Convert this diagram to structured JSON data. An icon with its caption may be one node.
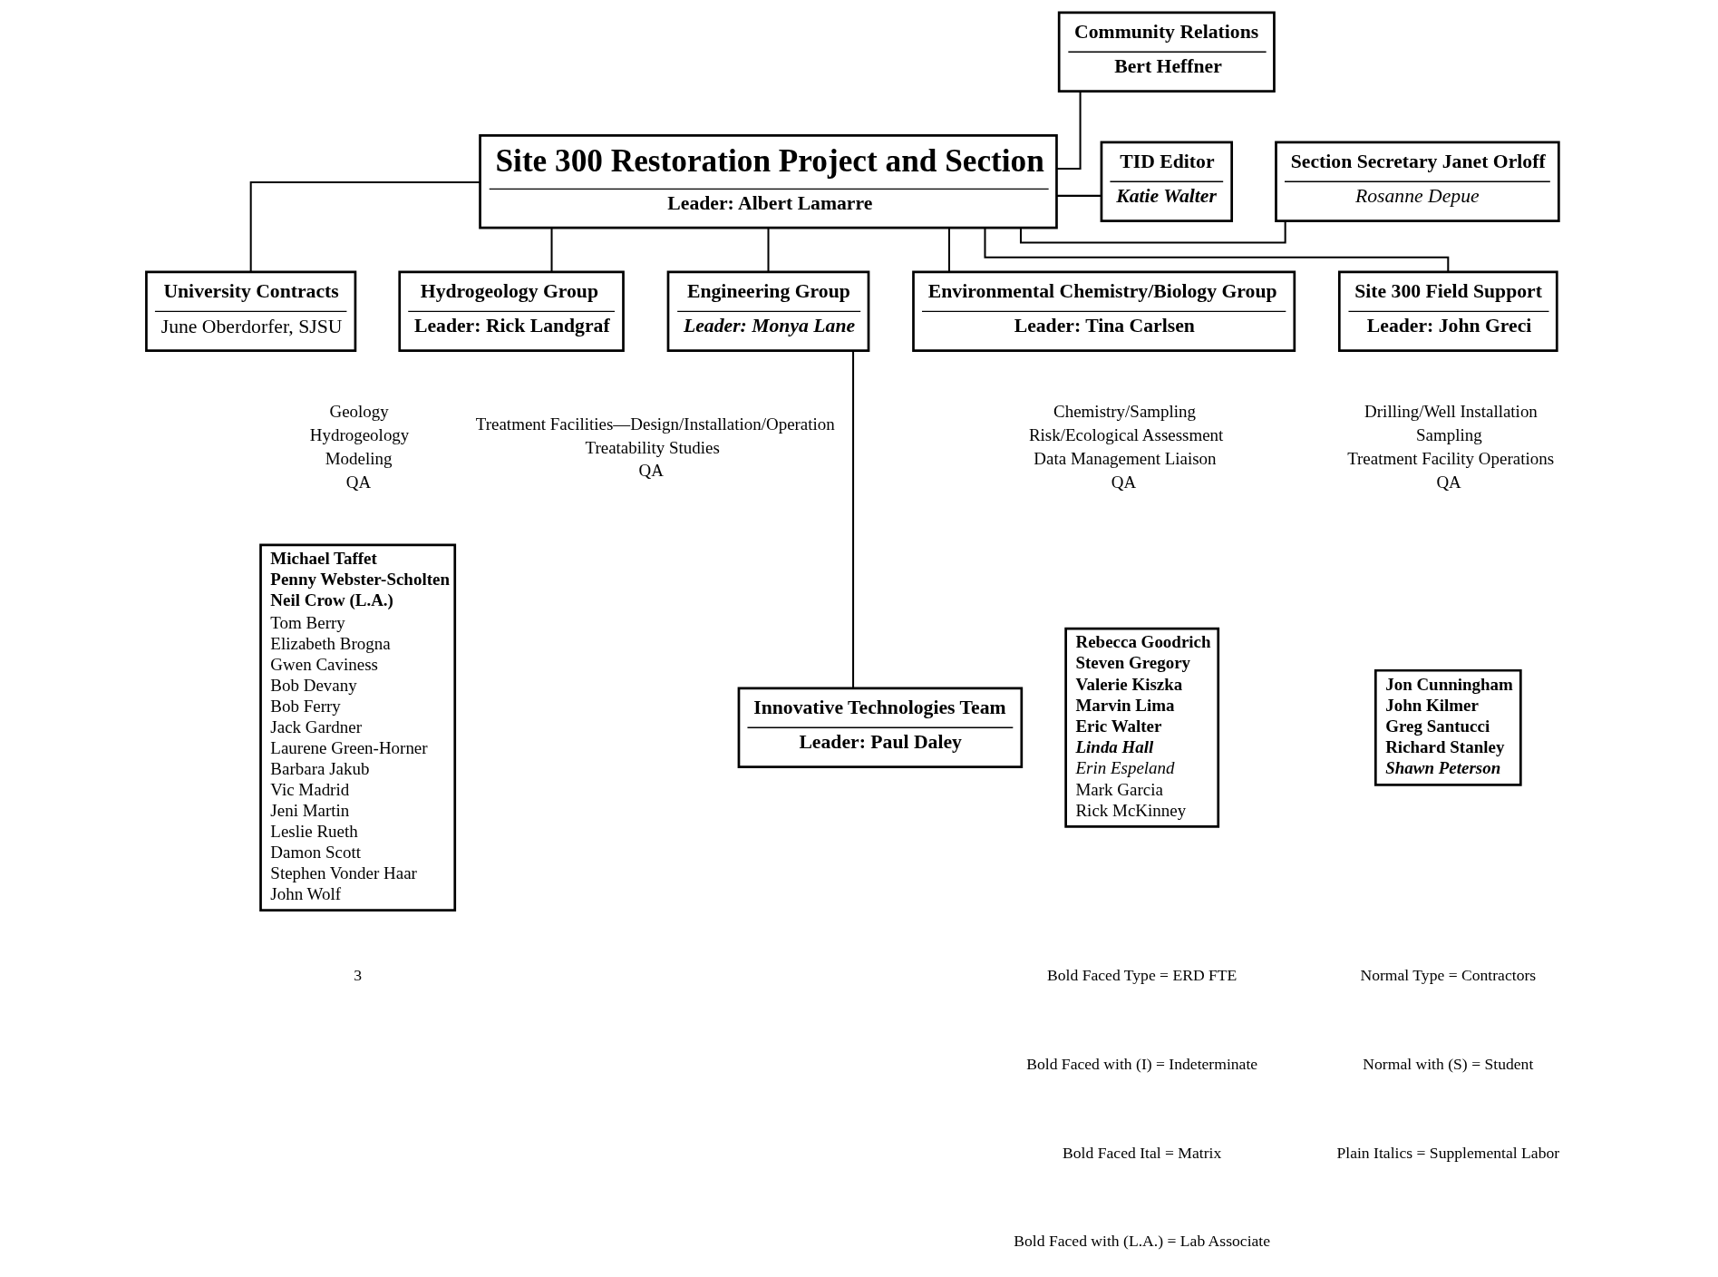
{
  "diagram": {
    "nodes": [
      {
        "text": [
          "Site 300 Restoration Project and Section",
          "Leader: Albert Lamarre"
        ]
      },
      {
        "text": [
          "Section Secretary Janet Orloff",
          "Rosanne Depue"
        ]
      },
      {
        "text": [
          "TID Editor",
          "Katie Walter"
        ]
      },
      {
        "text": [
          "Community Relations",
          "Bert Heffner"
        ]
      },
      {
        "text": [
          "University Contracts",
          "June Oberdorfer, SJSU"
        ]
      },
      {
        "text": [
          "Hydrogeology Group",
          "Leader: Rick Landgraf"
        ],
        "beside": [
          "Geology",
          "Hydrogeology",
          "Modeling",
          "QA"
        ]
      },
      {
        "text": [
          "Michael Taffet",
          "Penny Webster-Scholten",
          "Neil Crow (L.A.)",
          "Tom Berry",
          "Elizabeth Brogna",
          "Gwen Caviness",
          "Bob Devany",
          "Bob Ferry",
          "Jack Gardner",
          "Laurene Green-Horner",
          "Barbara Jakub",
          "Vic Madrid",
          "Jeni Martin",
          "Leslie Rueth",
          "Damon Scott",
          "Stephen Vonder Haar",
          "John Wolf"
        ]
      },
      {
        "text": [
          "Engineering Group",
          "Leader: Monya Lane"
        ],
        "beside": [
          "Treatment Facilities—Design/Installation/Operation",
          "Treatability Studies",
          "QA"
        ]
      },
      {
        "text": [
          "Innovative Technologies Team",
          "Leader: Paul Daley"
        ]
      },
      {
        "text": [
          "Environmental Chemistry/Biology Group",
          "Leader: Tina Carlsen"
        ],
        "beside": [
          "Chemistry/Sampling",
          "Risk/Ecological Assessment",
          "Data Management Liaison",
          "QA"
        ]
      },
      {
        "text": [
          "Rebecca Goodrich",
          "Steven Gregory",
          "Valerie Kiszka",
          "Marvin Lima",
          "Eric Walter",
          "Linda Hall",
          "Erin Espeland",
          "Mark Garcia",
          "Rick McKinney"
        ]
      },
      {
        "text": [
          "Site 300 Field Support",
          "Leader: John Greci"
        ],
        "beside": [
          "Drilling/Well Installation",
          "Sampling",
          "Treatment Facility Operations",
          "QA"
        ]
      },
      {
        "text": [
          "Jon Cunningham",
          "John Kilmer",
          "Greg Santucci",
          "Richard Stanley",
          "Shawn Peterson"
        ]
      }
    ],
    "edges": [
      {
        "from": 0,
        "to": 1,
        "arrow": "none"
      },
      {
        "from": 0,
        "to": 2,
        "arrow": "none"
      },
      {
        "from": 0,
        "to": 3,
        "arrow": "none"
      },
      {
        "from": 0,
        "to": 4,
        "arrow": "none"
      },
      {
        "from": 0,
        "to": 5,
        "arrow": "none"
      },
      {
        "from": 0,
        "to": 7,
        "arrow": "none"
      },
      {
        "from": 0,
        "to": 9,
        "arrow": "none"
      },
      {
        "from": 0,
        "to": 11,
        "arrow": "none"
      },
      {
        "from": 7,
        "to": 8,
        "arrow": "none"
      }
    ],
    "labels": [
      "3",
      "Bold Faced Type = ERD FTE",
      "Normal Type = Contractors",
      "Bold Faced with (I) = Indeterminate",
      "Normal with (S) = Student",
      "Bold Faced Ital = Matrix",
      "Plain Italics = Supplemental Labor",
      "Bold Faced with (L.A.) = Lab Associate"
    ]
  }
}
